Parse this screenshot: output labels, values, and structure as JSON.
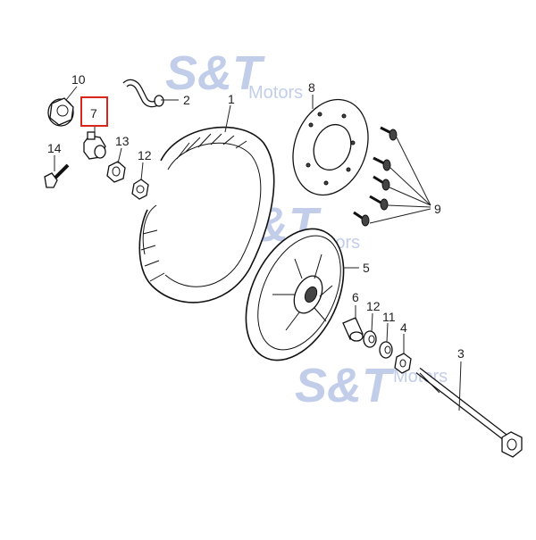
{
  "diagram": {
    "highlighted_part": "7",
    "watermark": {
      "brand": "S&T",
      "suffix": "Motors"
    },
    "callouts": {
      "c1": "1",
      "c2": "2",
      "c3": "3",
      "c4": "4",
      "c5": "5",
      "c6": "6",
      "c7": "7",
      "c8": "8",
      "c9": "9",
      "c10": "10",
      "c11": "11",
      "c12a": "12",
      "c12b": "12",
      "c13": "13",
      "c14": "14"
    },
    "colors": {
      "highlight": "#d9261c",
      "watermark": "#8fa6d8",
      "ink": "#111111"
    }
  }
}
